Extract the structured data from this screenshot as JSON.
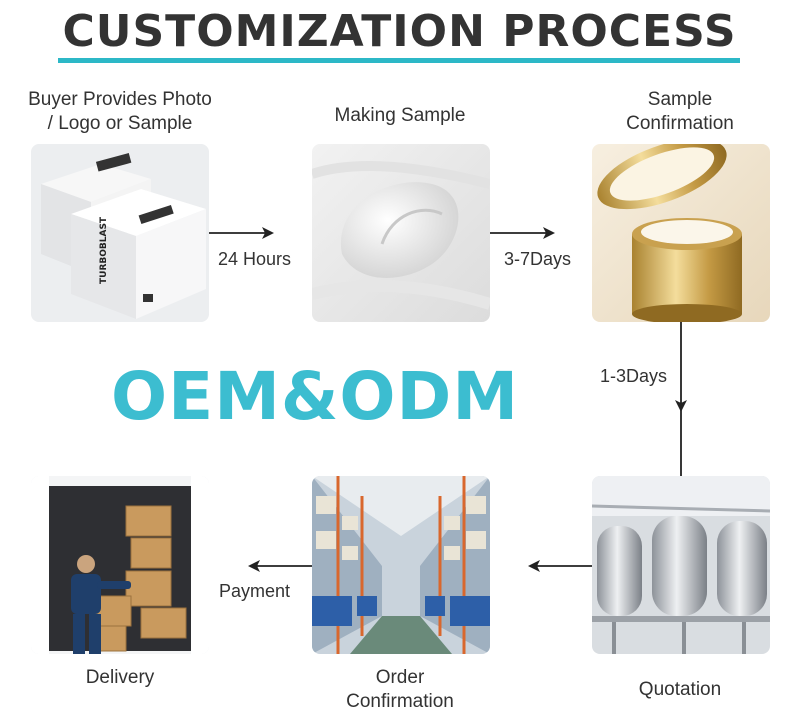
{
  "header": {
    "title": "CUSTOMIZATION PROCESS"
  },
  "center_title": "OEM&ODM",
  "steps": [
    {
      "label_line1": "Buyer Provides Photo",
      "label_line2": "/ Logo or Sample",
      "icon": "product-box-image"
    },
    {
      "label_line1": "Making Sample",
      "label_line2": "",
      "icon": "cream-texture-image"
    },
    {
      "label_line1": "Sample",
      "label_line2": "Confirmation",
      "icon": "cream-jar-image"
    },
    {
      "label_line1": "Quotation",
      "label_line2": "",
      "icon": "factory-tanks-image"
    },
    {
      "label_line1": "Order",
      "label_line2": "Confirmation",
      "icon": "warehouse-image"
    },
    {
      "label_line1": "Delivery",
      "label_line2": "",
      "icon": "delivery-van-image"
    }
  ],
  "transitions": {
    "t1": "24 Hours",
    "t2": "3-7Days",
    "t3": "1-3Days",
    "t4": "Payment"
  },
  "colors": {
    "accent": "#2cb8c7",
    "center_title": "#3cbdd0",
    "text": "#333333"
  }
}
